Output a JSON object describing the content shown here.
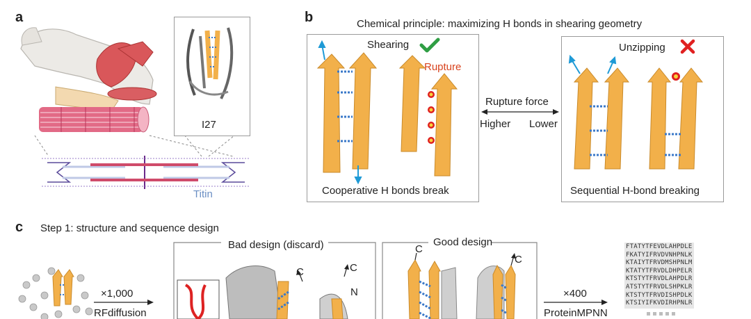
{
  "panels": {
    "a": "a",
    "b": "b",
    "c": "c"
  },
  "panel_a": {
    "inset_label": "I27",
    "titin_label": "Titin"
  },
  "panel_b": {
    "title": "Chemical principle: maximizing H bonds in shearing geometry",
    "shearing_label": "Shearing",
    "rupture_label": "Rupture",
    "unzipping_label": "Unzipping",
    "rupture_force_label": "Rupture force",
    "higher_label": "Higher",
    "lower_label": "Lower",
    "left_caption": "Cooperative H bonds break",
    "right_caption": "Sequential H-bond breaking"
  },
  "panel_c": {
    "step_label": "Step 1: structure and sequence design",
    "bad_design_label": "Bad design (discard)",
    "good_design_label": "Good design",
    "multiplier_1": "×1,000",
    "tool_1": "RFdiffusion",
    "multiplier_2": "×400",
    "tool_2": "ProteinMPNN",
    "terminus_c": "C",
    "terminus_n": "N",
    "sequences": [
      "FTATYTFEVDLAHPDLE",
      "FKATYIFRVDVNHPNLK",
      "KTAIYTFRVDMSHPNLM",
      "KTATYTFRVDLDHPELR",
      "KTSTYTFRVDLAHPDLR",
      "ATSTYTFRVDLSHPKLR",
      "KTSTYTFRVDISHPDLK",
      "KTSIYIFKVDIRHPNLR"
    ]
  },
  "colors": {
    "strand": "#f2b04a",
    "hbond": "#3a78c8",
    "rupture": "#d8431e",
    "check": "#2f9e44",
    "cross": "#e02020",
    "titin": "#6b8fc4"
  }
}
